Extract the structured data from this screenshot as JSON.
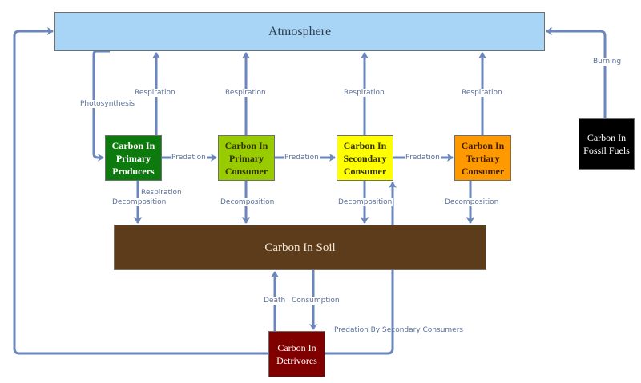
{
  "diagram": {
    "title": "Carbon Cycle",
    "colors": {
      "edge": "#6a86bd",
      "atmosphere": "#a8d4f5",
      "primary_producers": "#0c7a0c",
      "primary_consumer": "#99cc00",
      "secondary_consumer": "#ffff00",
      "tertiary_consumer": "#ff9900",
      "fossil_fuels": "#000000",
      "soil": "#5c3c1a",
      "detrivores": "#800000"
    },
    "nodes": {
      "atmosphere": "Atmosphere",
      "primary_producers": "Carbon In\nPrimary\nProducers",
      "primary_consumer": "Carbon In\nPrimary\nConsumer",
      "secondary_consumer": "Carbon In\nSecondary\nConsumer",
      "tertiary_consumer": "Carbon In\nTertiary\nConsumer",
      "fossil_fuels": "Carbon In\nFossil Fuels",
      "soil": "Carbon In Soil",
      "detrivores": "Carbon In\nDetrivores"
    },
    "edges": [
      {
        "from": "atmosphere",
        "to": "primary_producers",
        "label": "Photosynthesis"
      },
      {
        "from": "primary_producers",
        "to": "atmosphere",
        "label": "Respiration"
      },
      {
        "from": "primary_consumer",
        "to": "atmosphere",
        "label": "Respiration"
      },
      {
        "from": "secondary_consumer",
        "to": "atmosphere",
        "label": "Respiration"
      },
      {
        "from": "tertiary_consumer",
        "to": "atmosphere",
        "label": "Respiration"
      },
      {
        "from": "fossil_fuels",
        "to": "atmosphere",
        "label": "Burning"
      },
      {
        "from": "primary_producers",
        "to": "primary_consumer",
        "label": "Predation"
      },
      {
        "from": "primary_consumer",
        "to": "secondary_consumer",
        "label": "Predation"
      },
      {
        "from": "secondary_consumer",
        "to": "tertiary_consumer",
        "label": "Predation"
      },
      {
        "from": "primary_producers",
        "to": "soil",
        "label": "Decomposition",
        "extra_label": "Respiration"
      },
      {
        "from": "primary_consumer",
        "to": "soil",
        "label": "Decomposition"
      },
      {
        "from": "secondary_consumer",
        "to": "soil",
        "label": "Decomposition"
      },
      {
        "from": "tertiary_consumer",
        "to": "soil",
        "label": "Decomposition"
      },
      {
        "from": "detrivores",
        "to": "soil",
        "label": "Death"
      },
      {
        "from": "soil",
        "to": "detrivores",
        "label": "Consumption"
      },
      {
        "from": "detrivores",
        "to": "secondary_consumer",
        "label": "Predation By Secondary Consumers"
      },
      {
        "from": "detrivores",
        "to": "atmosphere",
        "label": ""
      }
    ]
  }
}
